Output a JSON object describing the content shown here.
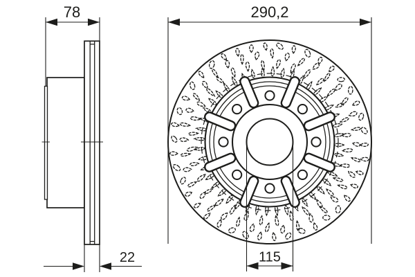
{
  "colors": {
    "line": "#1d1d1b",
    "background": "#ffffff"
  },
  "dimensions": {
    "total_width_label": "78",
    "outer_diameter_label": "290,2",
    "thickness_label": "22",
    "bore_label": "115"
  }
}
